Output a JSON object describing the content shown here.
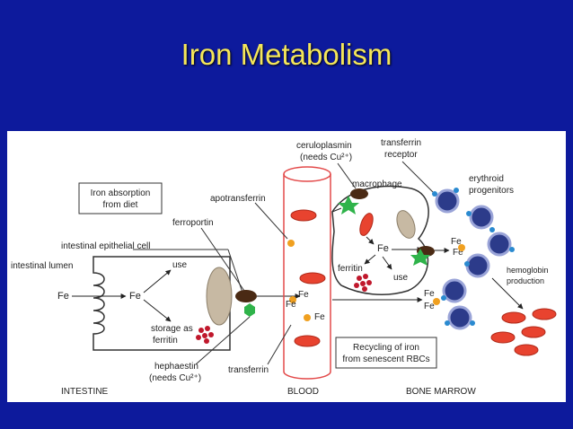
{
  "title": "Iron Metabolism",
  "colors": {
    "background": "#0d1a9c",
    "title": "#f4e65a",
    "vessel": "#e34a4a",
    "rbc": "#e8432f",
    "ferroportin": "#4a2a14",
    "hephaestin": "#2fb34a",
    "iron_dot": "#f0a020",
    "ferritin": "#c0182c",
    "erythroid": "#2c3b8a"
  },
  "diagram": {
    "absorption_box": [
      "Iron absorption",
      "from diet"
    ],
    "apotransferrin": "apotransferrin",
    "ferroportin": "ferroportin",
    "epithelial_cell": "intestinal epithelial cell",
    "lumen": "intestinal lumen",
    "fe_lumen": "Fe",
    "fe_cell": "Fe",
    "use_cell": "use",
    "storage": [
      "storage as",
      "ferritin"
    ],
    "hephaestin": [
      "hephaestin",
      "(needs Cu²⁺)"
    ],
    "transferrin": "transferrin",
    "ceruloplasmin": [
      "ceruloplasmin",
      "(needs Cu²⁺)"
    ],
    "transferrin_receptor": [
      "transferrin",
      "receptor"
    ],
    "macrophage": "macrophage",
    "fe_macrophage": "Fe",
    "ferritin_macrophage": "ferritin",
    "use_macrophage": "use",
    "erythroid": [
      "erythroid",
      "progenitors"
    ],
    "hemoglobin": [
      "hemoglobin",
      "production"
    ],
    "recycling_box": [
      "Recycling of iron",
      "from senescent RBCs"
    ],
    "fe_blood": [
      "Fe",
      "Fe",
      "Fe"
    ],
    "fe_marrow_top": [
      "Fe",
      "Fe"
    ],
    "fe_marrow_bottom": [
      "Fe",
      "Fe"
    ],
    "intestine": "INTESTINE",
    "blood": "BLOOD",
    "bone_marrow": "BONE MARROW"
  }
}
